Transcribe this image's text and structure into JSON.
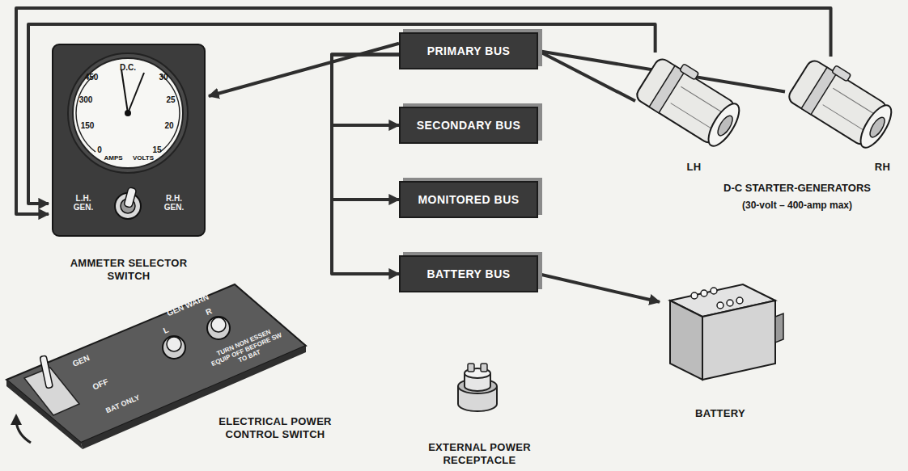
{
  "diagram": {
    "nodes": [
      {
        "text": [
          "PRIMARY BUS"
        ]
      },
      {
        "text": [
          "SECONDARY BUS"
        ]
      },
      {
        "text": [
          "MONITORED BUS"
        ]
      },
      {
        "text": [
          "BATTERY BUS"
        ]
      },
      {
        "text": [
          "AMMETER SELECTOR SWITCH"
        ]
      },
      {
        "text": [
          "LH"
        ]
      },
      {
        "text": [
          "RH"
        ]
      },
      {
        "text": [
          "BATTERY"
        ]
      },
      {
        "text": [
          "ELECTRICAL POWER CONTROL SWITCH"
        ]
      },
      {
        "text": [
          "EXTERNAL POWER RECEPTACLE"
        ]
      }
    ],
    "edges": [
      {
        "from": 0,
        "to": 1,
        "arrow": "to"
      },
      {
        "from": 0,
        "to": 2,
        "arrow": "to"
      },
      {
        "from": 0,
        "to": 3,
        "arrow": "to"
      },
      {
        "from": 0,
        "to": 4,
        "arrow": "to"
      },
      {
        "from": 0,
        "to": 5,
        "arrow": "none"
      },
      {
        "from": 0,
        "to": 6,
        "arrow": "none"
      },
      {
        "from": 3,
        "to": 7,
        "arrow": "to"
      },
      {
        "from": 5,
        "to": 4,
        "arrow": "to"
      },
      {
        "from": 6,
        "to": 4,
        "arrow": "to"
      }
    ],
    "labels": [
      "D.C.",
      "450",
      "300",
      "150",
      "0",
      "AMPS",
      "VOLTS",
      "30",
      "25",
      "20",
      "15",
      "L.H. GEN.",
      "R.H. GEN.",
      "D-C STARTER-GENERATORS",
      "(30-volt – 400-amp max)",
      "GEN WARN",
      "L",
      "R",
      "GEN",
      "OFF",
      "BAT ONLY",
      "TURN NON ESSEN EQUIP OFF BEFORE SW TO BAT"
    ]
  }
}
